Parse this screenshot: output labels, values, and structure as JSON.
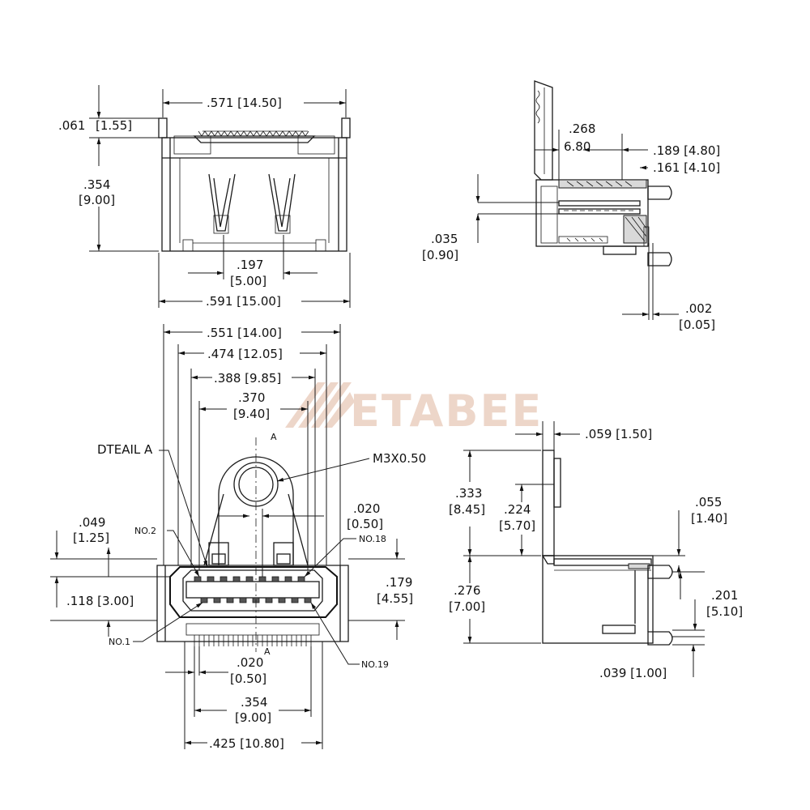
{
  "logo_text": "ETABEE",
  "colors": {
    "line": "#1a1a1a",
    "logo": "#e8c9b8",
    "background": "#ffffff"
  },
  "top_view": {
    "width_inner": ".571 [14.50]",
    "height_top_in": ".061",
    "height_top_mm": "[1.55]",
    "height_in": ".354",
    "height_mm": "[9.00]",
    "pin_span_in": ".197",
    "pin_span_mm": "[5.00]",
    "width_outer": ".591 [15.00]"
  },
  "side_view_top": {
    "d1_in": ".268",
    "d1_mm": "6.80",
    "d2": ".189 [4.80]",
    "d3": ".161 [4.10]",
    "d4_in": ".035",
    "d4_mm": "[0.90]",
    "d5_in": ".002",
    "d5_mm": "[0.05]"
  },
  "front_view": {
    "w1": ".551 [14.00]",
    "w2": ".474 [12.05]",
    "w3": ".388 [9.85]",
    "w4_in": ".370",
    "w4_mm": "[9.40]",
    "detail_label": "DTEAIL A",
    "section_a": "A",
    "screw_label": "M3X0.50",
    "pitch_in": ".020",
    "pitch_mm": "[0.50]",
    "pin_no2": "NO.2",
    "pin_no18": "NO.18",
    "pin_no1": "NO.1",
    "pin_no19": "NO.19",
    "h1_in": ".049",
    "h1_mm": "[1.25]",
    "h2": ".118 [3.00]",
    "h3_in": ".179",
    "h3_mm": "[4.55]",
    "pitch2_in": ".020",
    "pitch2_mm": "[0.50]",
    "span_in": ".354",
    "span_mm": "[9.00]",
    "total": ".425 [10.80]"
  },
  "side_view_bottom": {
    "thk": ".059 [1.50]",
    "h1_in": ".333",
    "h1_mm": "[8.45]",
    "h2_in": ".224",
    "h2_mm": "[5.70]",
    "h3_in": ".055",
    "h3_mm": "[1.40]",
    "h4_in": ".276",
    "h4_mm": "[7.00]",
    "h5_in": ".201",
    "h5_mm": "[5.10]",
    "h6": ".039 [1.00]"
  }
}
